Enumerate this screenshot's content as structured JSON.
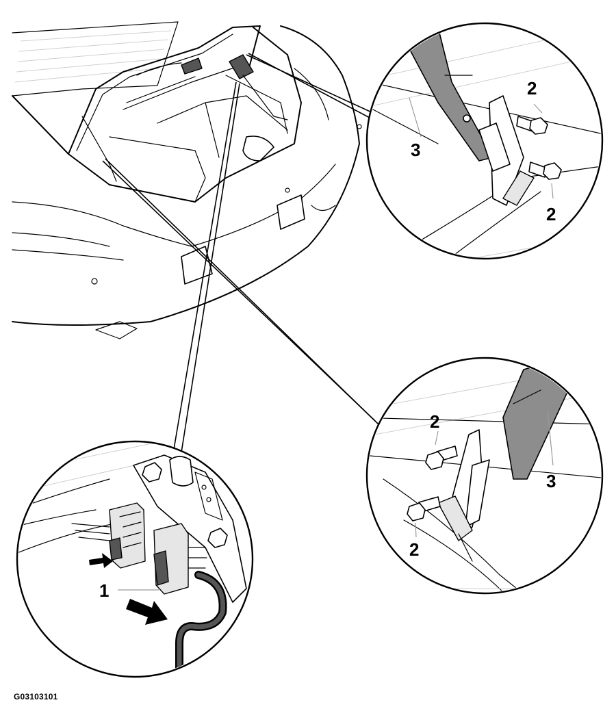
{
  "figure": {
    "id": "G03103101"
  },
  "callouts": {
    "wiring_connector": "1",
    "bolt_upper_1": "2",
    "bolt_upper_2": "2",
    "hinge_arm_upper": "3",
    "bolt_lower_1": "2",
    "bolt_lower_2": "2",
    "hinge_arm_lower": "3"
  },
  "colors": {
    "line": "#000000",
    "fill_gray": "#8d8d8d",
    "fill_light": "#e6e6e6",
    "background": "#ffffff"
  },
  "icons": {
    "release_arrow": "arrow-right-down-icon",
    "press_arrow": "arrow-right-icon"
  }
}
